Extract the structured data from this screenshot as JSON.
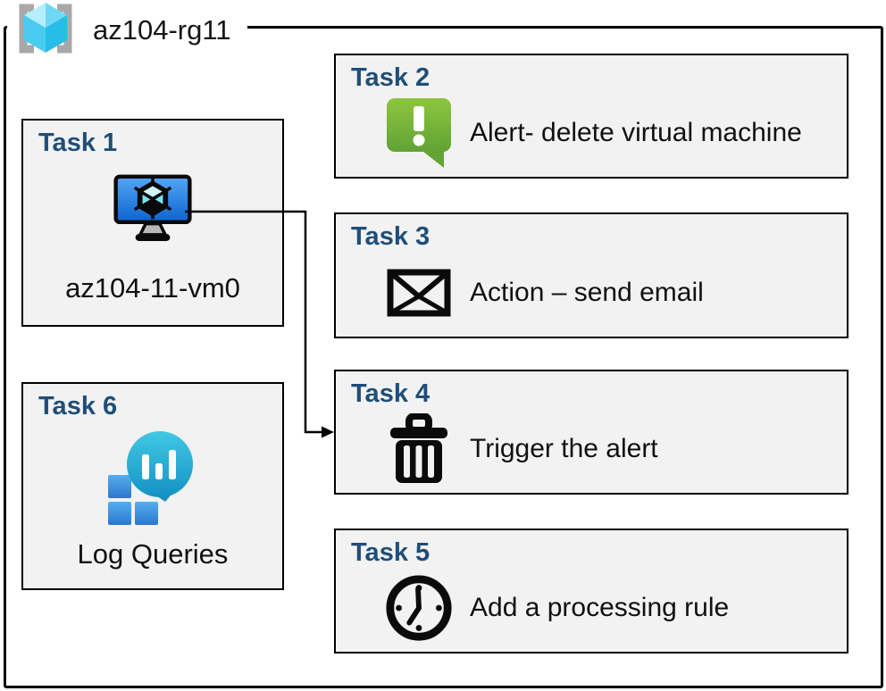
{
  "rg": {
    "label": "az104-rg11",
    "icon": "resource-group-icon"
  },
  "tasks": [
    {
      "header": "Task 1",
      "label": "az104-11-vm0",
      "icon": "virtual-machine-icon"
    },
    {
      "header": "Task 2",
      "label": "Alert- delete virtual machine",
      "icon": "alert-icon"
    },
    {
      "header": "Task 3",
      "label": "Action – send email",
      "icon": "email-icon"
    },
    {
      "header": "Task 4",
      "label": "Trigger the alert",
      "icon": "trash-icon"
    },
    {
      "header": "Task 5",
      "label": "Add a processing rule",
      "icon": "clock-icon"
    },
    {
      "header": "Task 6",
      "label": "Log Queries",
      "icon": "log-queries-icon"
    }
  ],
  "connector": {
    "from": "task-1-vm",
    "to": "task-4-box"
  },
  "colors": {
    "header_blue": "#1F4E79",
    "box_fill": "#F2F2F2",
    "box_border": "#000000",
    "alert_green_top": "#8DC63F",
    "alert_green_bottom": "#61A233",
    "vm_screen_top": "#54A8F5",
    "vm_screen_bottom": "#0C63CF",
    "log_teal_top": "#41C8E4",
    "log_teal_bottom": "#1592C4",
    "squares_blue_top": "#55AEF0",
    "squares_blue_bottom": "#2D77CC",
    "cube_cyan": "#6FD8F4",
    "bracket_gray": "#A8A8A8"
  }
}
